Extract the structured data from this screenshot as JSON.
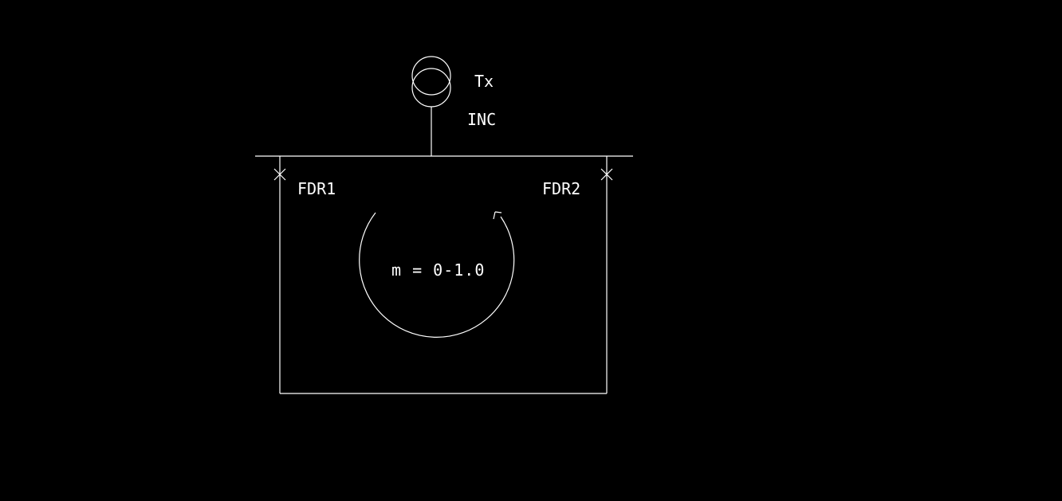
{
  "colors": {
    "background": "#000000",
    "line": "#ffffff"
  },
  "labels": {
    "transformer": "Tx",
    "incomer": "INC",
    "feeder1": "FDR1",
    "feeder2": "FDR2",
    "loop_ratio": "m = 0-1.0"
  }
}
